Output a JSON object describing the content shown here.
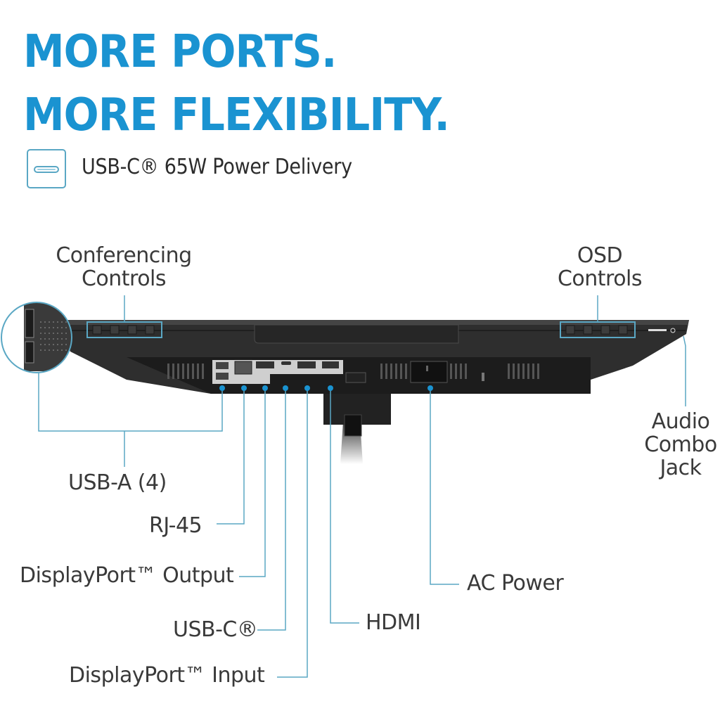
{
  "header": {
    "line1": "MORE PORTS.",
    "line2": "MORE FLEXIBILITY.",
    "feature_icon": "usb-c-port-icon",
    "feature_text": "USB-C® 65W Power Delivery"
  },
  "colors": {
    "headline": "#1a93d1",
    "callout_line": "#5aa7c4",
    "text": "#3a3a3a",
    "monitor_body": "#2b2b2b",
    "io_panel": "#cfcfcf"
  },
  "callouts": {
    "top_left": {
      "line1": "Conferencing",
      "line2": "Controls"
    },
    "top_right": {
      "line1": "OSD",
      "line2": "Controls"
    },
    "right": {
      "line1": "Audio",
      "line2": "Combo",
      "line3": "Jack"
    },
    "usb_a": "USB-A (4)",
    "rj45": "RJ-45",
    "dp_out": "DisplayPort™ Output",
    "usb_c": "USB-C®",
    "dp_in": "DisplayPort™ Input",
    "hdmi": "HDMI",
    "ac_power": "AC Power"
  }
}
